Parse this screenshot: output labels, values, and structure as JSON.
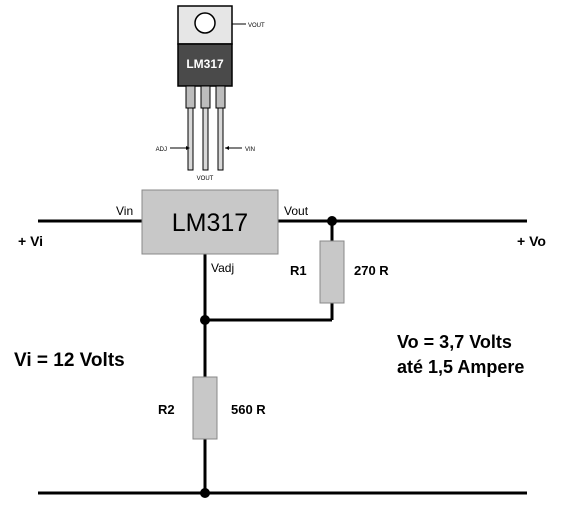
{
  "package": {
    "label": "LM317",
    "pin_labels": {
      "tab": "VOUT",
      "adj": "ADJ",
      "out": "VOUT",
      "in": "VIN"
    }
  },
  "regulator": {
    "label": "LM317",
    "pins": {
      "vin": "Vin",
      "vout": "Vout",
      "vadj": "Vadj"
    }
  },
  "terminals": {
    "input": "+ Vi",
    "output": "+ Vo"
  },
  "resistors": {
    "r1": {
      "name": "R1",
      "value": "270 R"
    },
    "r2": {
      "name": "R2",
      "value": "560 R"
    }
  },
  "notes": {
    "input_voltage": "Vi = 12 Volts",
    "output_voltage": "Vo = 3,7 Volts",
    "output_current": "até 1,5 Ampere"
  },
  "colors": {
    "component_fill": "#c8c8c8",
    "package_body": "#4a4a4a",
    "wire": "#000000",
    "label_text": "#ffffff"
  }
}
